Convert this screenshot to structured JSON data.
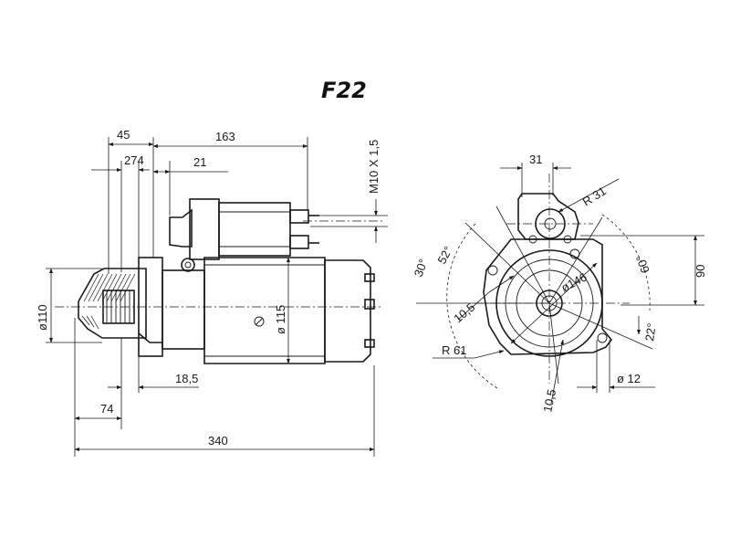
{
  "title": "F22",
  "side_view": {
    "dims": {
      "d45": "45",
      "d163": "163",
      "d274": "274",
      "d21": "21",
      "d_thread": "M10 X 1,5",
      "d_phi110": "ø110",
      "d_phi115": "ø 115",
      "d18_5": "18,5",
      "d74": "74",
      "d340": "340"
    }
  },
  "front_view": {
    "dims": {
      "d31": "31",
      "r31": "R 31",
      "a30": "30°",
      "a52": "52°",
      "a60": "60°",
      "d90": "90",
      "phi146": "ø146",
      "d10_5_a": "10,5",
      "d10_5_b": "10,5",
      "r61": "R 61",
      "a22": "22°",
      "phi12": "ø 12"
    }
  }
}
